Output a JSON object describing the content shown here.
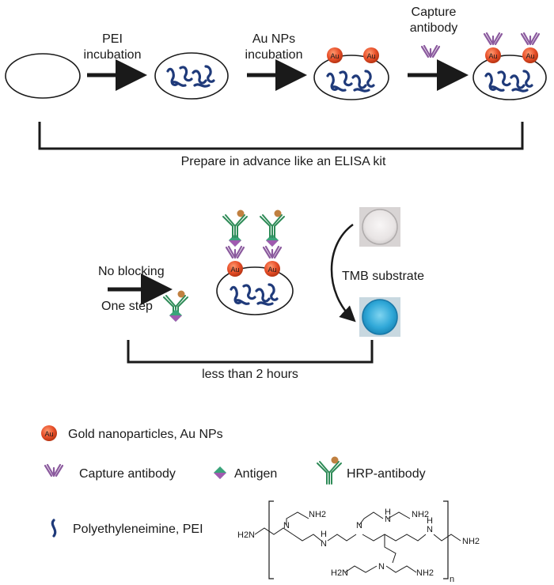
{
  "steps": {
    "s1_line1": "PEI",
    "s1_line2": "incubation",
    "s2_line1": "Au NPs",
    "s2_line2": "incubation",
    "s3_line1": "Capture",
    "s3_line2": "antibody"
  },
  "au_label": "Au",
  "bracket1_label": "Prepare in advance like an ELISA kit",
  "assay": {
    "no_blocking": "No blocking",
    "one_step": "One step",
    "tmb": "TMB substrate"
  },
  "bracket2_label": "less than 2 hours",
  "legend": {
    "gold": "Gold nanoparticles, Au NPs",
    "capture": "Capture antibody",
    "antigen": "Antigen",
    "hrp": "HRP-antibody",
    "pei": "Polyethyleneimine, PEI"
  },
  "chem": {
    "nh2": "NH2",
    "h2n": "H2N",
    "n": "N",
    "h": "H",
    "subscript": "n"
  },
  "colors": {
    "au": "#e8502a",
    "pei": "#1f3a7a",
    "capture": "#8b5a9e",
    "antigen_green": "#3aa37a",
    "antigen_purple": "#a05ab0",
    "hrp": "#2e8b57",
    "hrp_dot": "#c08040",
    "blue_well": "#3ab0d8"
  }
}
